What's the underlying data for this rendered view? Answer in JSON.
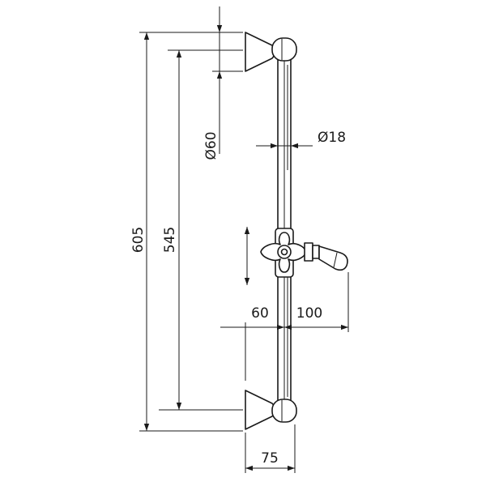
{
  "dimensions": {
    "overall_length": "605",
    "bracket_spacing": "545",
    "wall_flange_diameter": "Ø60",
    "rail_diameter": "Ø18",
    "slider_depth": "60",
    "holder_reach": "100",
    "bracket_projection": "75"
  }
}
